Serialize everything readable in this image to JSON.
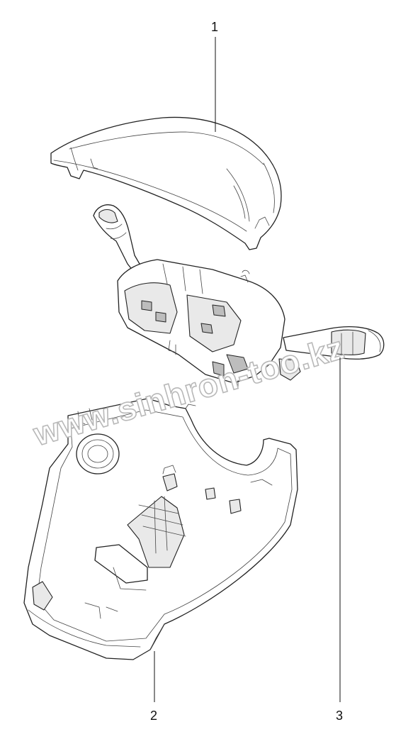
{
  "callouts": [
    {
      "id": "part-1",
      "label": "1"
    },
    {
      "id": "part-2",
      "label": "2"
    },
    {
      "id": "part-3",
      "label": "3"
    }
  ],
  "watermark": "www.sinhron-too.kz",
  "colors": {
    "line": "#222222",
    "shade": "#e9e9e9",
    "watermark": "#b8b8b8"
  }
}
